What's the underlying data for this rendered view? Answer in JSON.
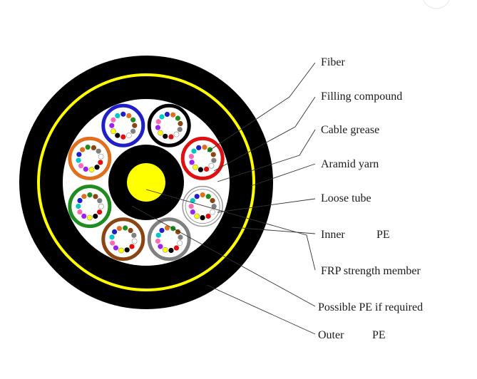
{
  "labels": {
    "fiber": "Fiber",
    "filling_compound": "Filling compound",
    "cable_grease": "Cable grease",
    "aramid_yarn": "Aramid yarn",
    "loose_tube": "Loose tube",
    "inner_pe_word": "Inner",
    "inner_pe_abbr": "PE",
    "frp_strength_member": "FRP strength member",
    "possible_pe": "Possible PE if required",
    "outer_pe_word": "Outer",
    "outer_pe_abbr": "PE"
  },
  "colors": {
    "outer_jacket": "#000000",
    "yarn_ring": "#ffff00",
    "fill": "#ffffff",
    "frp_core": "#ffff00",
    "tube_colors": [
      "#1f1fc8",
      "#000000",
      "#e01010",
      "#ffffff",
      "#808080",
      "#8b4513",
      "#1e8c1e",
      "#e07020"
    ],
    "fiber_colors": [
      "#1f1fc8",
      "#e07020",
      "#1e8c1e",
      "#8b4513",
      "#808080",
      "#ffffff",
      "#e01010",
      "#000000",
      "#ffff00",
      "#a020f0",
      "#ff69b4",
      "#00c8c8"
    ]
  }
}
